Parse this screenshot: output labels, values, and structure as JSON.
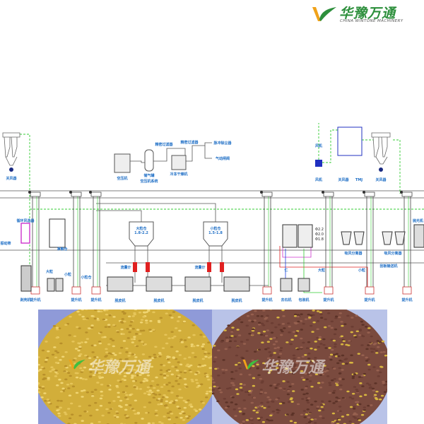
{
  "logo": {
    "chinese_name": "华豫万通",
    "english_name": "CHINA WINTONE MACHINERY",
    "colors": {
      "green": "#2d8f3c",
      "orange": "#f0a21a"
    }
  },
  "diagram": {
    "air_system": {
      "compressor": "空压机",
      "tank": "储气罐",
      "tank_sub": "空压机系统",
      "filter1": "精密过滤器",
      "filter2": "精密过滤器",
      "dryer": "冷冻干燥机",
      "out1": "脉冲除尘器",
      "out2": "气动闸阀"
    },
    "left_cyclone": "关风器",
    "right_dust": {
      "fan": "风机",
      "fan_top": "风机",
      "collector": "关风器",
      "pipe": "TMJ",
      "cyclone": "关风器"
    },
    "bins": [
      {
        "name": "大粒仓",
        "spec": "1.8-2.2"
      },
      {
        "name": "小粒仓",
        "spec": "1.5-1.8"
      }
    ],
    "labels": {
      "separator": "循环风选器",
      "left_feed": "振动筛",
      "sieve_out": "净粮仓",
      "big": "大粒",
      "small": "小粒",
      "big_bin": "大粒仓",
      "small_bin": "小粒仓",
      "valve": "气动闸阀",
      "meter": "流量计",
      "grader_specs": [
        "Φ2.2",
        "Φ2.0",
        "Φ1.8"
      ],
      "aspirator": "吸风分离器",
      "conveyor": "刮板输送机",
      "peeler": "脱皮机",
      "stoner": "去石机",
      "hulled": "仁",
      "elevator": "提升机",
      "huller": "剥壳机",
      "polisher": "抛光机",
      "packer": "包装机"
    },
    "line_colors": {
      "air": "#33cc33",
      "red": "#e02020",
      "magenta": "#cc33cc",
      "blue": "#2040e0",
      "structure": "#555555"
    }
  },
  "photos": [
    {
      "subject": "hulled-kernels",
      "color": "#d6b13c"
    },
    {
      "subject": "whole-seeds",
      "color": "#7a4a3e"
    }
  ]
}
